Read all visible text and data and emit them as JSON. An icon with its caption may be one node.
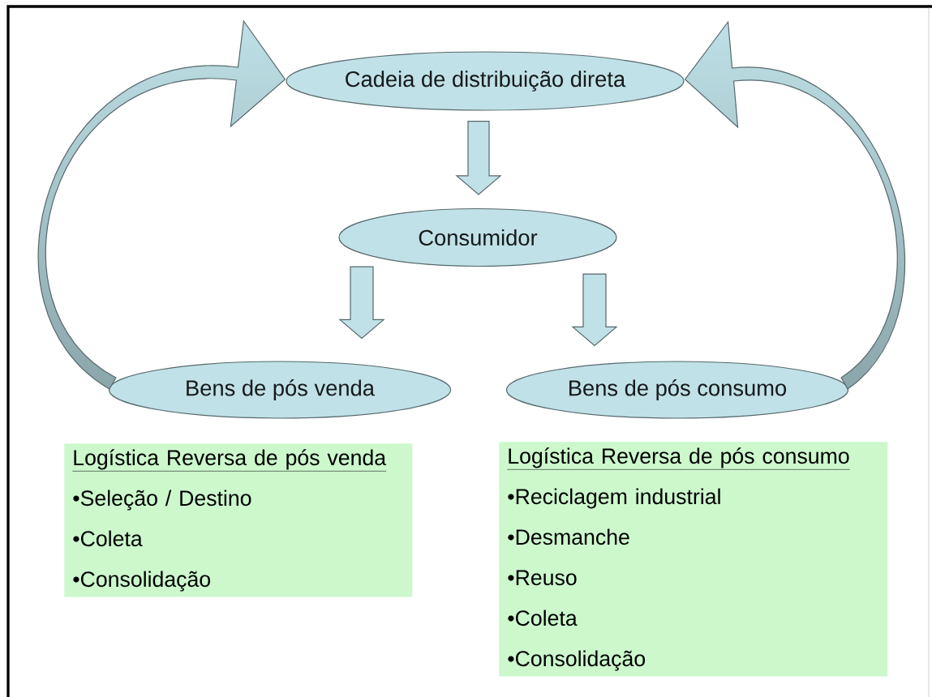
{
  "diagram": {
    "nodes": [
      {
        "text": [
          "Cadeia de distribuição direta"
        ]
      },
      {
        "text": [
          "Consumidor"
        ]
      },
      {
        "text": [
          "Bens de pós venda"
        ]
      },
      {
        "text": [
          "Bens de pós consumo"
        ]
      },
      {
        "text": [
          "Logística Reversa de pós venda",
          "•Seleção / Destino",
          "•Coleta",
          "•Consolidação"
        ]
      },
      {
        "text": [
          "Logística Reversa de pós consumo",
          "•Reciclagem industrial",
          "•Desmanche",
          "•Reuso",
          "•Coleta",
          "•Consolidação"
        ]
      }
    ],
    "edges": [
      {
        "from": 0,
        "to": 1,
        "arrow": "to"
      },
      {
        "from": 1,
        "to": 2,
        "arrow": "to"
      },
      {
        "from": 1,
        "to": 3,
        "arrow": "to"
      },
      {
        "from": 2,
        "to": 0,
        "arrow": "to"
      },
      {
        "from": 3,
        "to": 0,
        "arrow": "to"
      }
    ]
  }
}
